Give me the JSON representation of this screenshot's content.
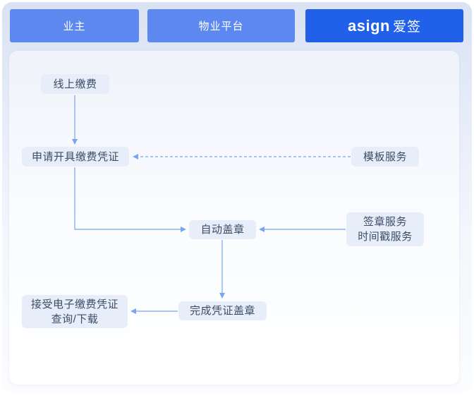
{
  "header": {
    "owner_label": "业主",
    "platform_label": "物业平台",
    "brand": {
      "latin": "asign",
      "cn": "爱签"
    }
  },
  "flow": {
    "nodes": [
      {
        "id": "online-payment",
        "lines": [
          "线上缴费"
        ]
      },
      {
        "id": "apply-voucher",
        "lines": [
          "申请开具缴费凭证"
        ]
      },
      {
        "id": "template-service",
        "lines": [
          "模板服务"
        ]
      },
      {
        "id": "auto-stamp",
        "lines": [
          "自动盖章"
        ]
      },
      {
        "id": "signature-timestamp-service",
        "lines": [
          "签章服务",
          "时间戳服务"
        ]
      },
      {
        "id": "complete-stamp",
        "lines": [
          "完成凭证盖章"
        ]
      },
      {
        "id": "receive-voucher",
        "lines": [
          "接受电子缴费凭证",
          "查询/下载"
        ]
      }
    ],
    "edges": [
      {
        "from": "online-payment",
        "to": "apply-voucher",
        "style": "solid"
      },
      {
        "from": "template-service",
        "to": "apply-voucher",
        "style": "dashed"
      },
      {
        "from": "apply-voucher",
        "to": "auto-stamp",
        "style": "solid"
      },
      {
        "from": "signature-timestamp-service",
        "to": "auto-stamp",
        "style": "solid"
      },
      {
        "from": "auto-stamp",
        "to": "complete-stamp",
        "style": "solid"
      },
      {
        "from": "complete-stamp",
        "to": "receive-voucher",
        "style": "solid"
      }
    ]
  },
  "colors": {
    "lane_blue": "#5d88ef",
    "brand_blue": "#2161e9",
    "node_bg": "#e8eef9",
    "node_text": "#3a4c66",
    "arrow_blue": "#78a6ec",
    "page_bg_top": "#dae2f3",
    "panel_bg": "#f3f6fc"
  }
}
